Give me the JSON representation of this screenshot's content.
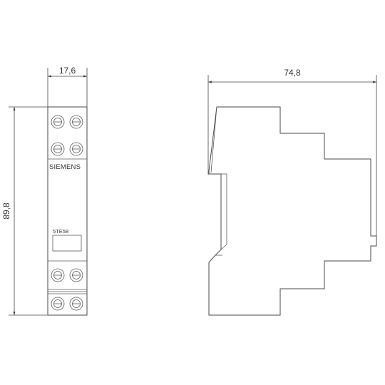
{
  "dimensions": {
    "width_front": "17,6",
    "height": "89,8",
    "depth": "74,8"
  },
  "labels": {
    "brand": "SIEMENS",
    "model": "5TE58"
  },
  "colors": {
    "line": "#4a4a4a",
    "background": "#ffffff"
  }
}
